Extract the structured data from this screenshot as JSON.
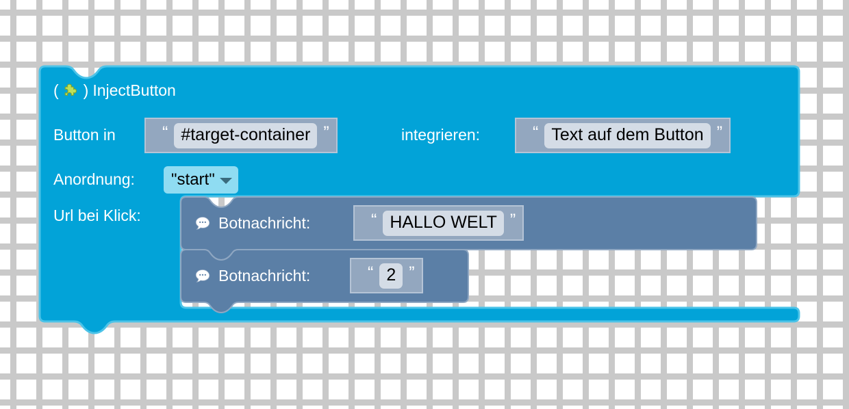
{
  "workspace": {
    "background_color": "#ffffff",
    "grid_mark_color": "#c9c9c9",
    "grid_spacing": "38"
  },
  "block": {
    "name": "InjectButton",
    "type": "hat-block",
    "color": "#02a3d8",
    "title_prefix": "(",
    "title_suffix": ")",
    "title_icon": "puzzle-piece-icon",
    "title_text": "InjectButton",
    "rows": [
      {
        "id": "row-target",
        "label_before": "Button in",
        "label_after": "integrieren:",
        "inputs": [
          {
            "id": "target-container",
            "kind": "string-value-block",
            "open_quote": "“",
            "close_quote": "”",
            "value": "#target-container"
          },
          {
            "id": "button-text",
            "kind": "string-value-block",
            "open_quote": "“",
            "close_quote": "”",
            "value": "Text auf dem Button"
          }
        ]
      },
      {
        "id": "row-anordnung",
        "label": "Anordnung:",
        "dropdown": {
          "id": "anordnung-dropdown",
          "selected": "\"start\"",
          "caret_icon": "chevron-down-icon"
        }
      },
      {
        "id": "row-url",
        "label": "Url bei Klick:"
      }
    ],
    "nested_statements": {
      "color": "#5b7fa6",
      "items": [
        {
          "id": "botnachricht-1",
          "icon": "speech-bubble-icon",
          "label": "Botnachricht:",
          "input": {
            "kind": "string-value-block",
            "open_quote": "“",
            "close_quote": "”",
            "value": "HALLO WELT"
          }
        },
        {
          "id": "botnachricht-2",
          "icon": "speech-bubble-icon",
          "label": "Botnachricht:",
          "input": {
            "kind": "string-value-block",
            "open_quote": "“",
            "close_quote": "”",
            "value": "2"
          }
        }
      ]
    }
  },
  "colors": {
    "block_main": "#02a3d8",
    "block_main_edge": "#4cc3e8",
    "statement_block": "#5b7fa6",
    "statement_block_edge": "#8fa7c2",
    "string_block": "#93a7bf",
    "string_block_border": "#b5c4d6",
    "field_background": "#d4dce6",
    "dropdown_background": "#8fdcf2",
    "text_on_block": "#ffffff",
    "text_in_field": "#000000"
  }
}
